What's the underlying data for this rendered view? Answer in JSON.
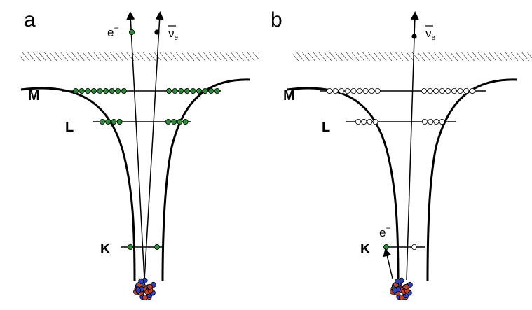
{
  "panels": [
    {
      "letter": "a",
      "shells": [
        {
          "label": "M",
          "filled": true,
          "count_per_side": 9
        },
        {
          "label": "L",
          "filled": true,
          "count_per_side": 4
        },
        {
          "label": "K",
          "filled": true,
          "count_per_side": 1
        }
      ],
      "particles": [
        {
          "label": "e",
          "superscript": "−"
        },
        {
          "label": "ν",
          "subscript": "e"
        }
      ]
    },
    {
      "letter": "b",
      "shells": [
        {
          "label": "M",
          "filled": false,
          "count_per_side": 9
        },
        {
          "label": "L",
          "filled": false,
          "count_per_side": 4
        },
        {
          "label": "K",
          "filled": "left-only",
          "count_per_side": 1
        }
      ],
      "particles": [
        {
          "label": "ν",
          "subscript": "e"
        },
        {
          "label": "e",
          "superscript": "−"
        }
      ]
    }
  ],
  "colors": {
    "electron_fill": "#2e8b3a",
    "empty_fill": "#ffffff",
    "line": "#000000",
    "nucleus_proton": "#c0432a",
    "nucleus_neutron": "#2a3fbf"
  }
}
